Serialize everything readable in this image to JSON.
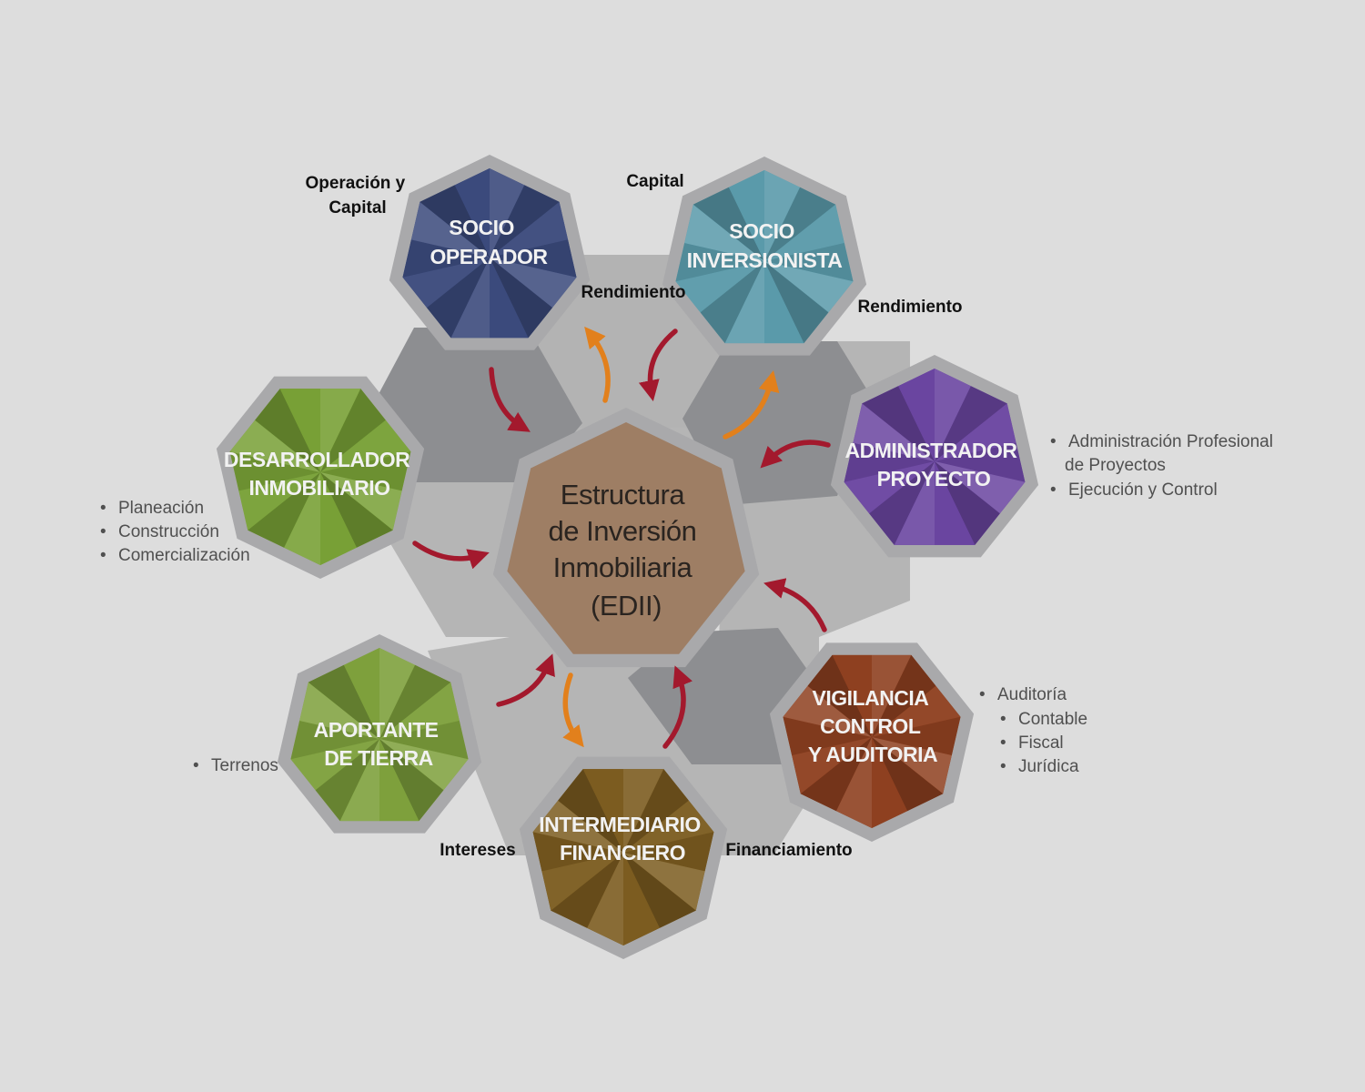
{
  "center": {
    "lines": [
      "Estructura",
      "de Inversión",
      "Inmobiliaria",
      "(EDII)"
    ],
    "color": "#9e7e64"
  },
  "nodes": {
    "socio_operador": {
      "lines": [
        "SOCIO",
        "OPERADOR"
      ],
      "color": "#3b4a7c"
    },
    "socio_inversionista": {
      "lines": [
        "SOCIO",
        "INVERSIONISTA"
      ],
      "color": "#5a9aaa"
    },
    "administrador_proyecto": {
      "lines": [
        "ADMINISTRADOR",
        "PROYECTO"
      ],
      "color": "#6a45a0"
    },
    "vigilancia_control": {
      "lines": [
        "VIGILANCIA",
        "CONTROL",
        "Y AUDITORIA"
      ],
      "color": "#8e4020"
    },
    "intermediario_financiero": {
      "lines": [
        "INTERMEDIARIO",
        "FINANCIERO"
      ],
      "color": "#7c5c20"
    },
    "aportante_tierra": {
      "lines": [
        "APORTANTE",
        "DE TIERRA"
      ],
      "color": "#7ea03c"
    },
    "desarrollador_inmobiliario": {
      "lines": [
        "DESARROLLADOR",
        "INMOBILIARIO"
      ],
      "color": "#78a036"
    }
  },
  "flow_labels": {
    "operacion_capital": [
      "Operación y",
      "Capital"
    ],
    "capital": "Capital",
    "rendimiento_operador": "Rendimiento",
    "rendimiento_inversionista": "Rendimiento",
    "intereses": "Intereses",
    "financiamiento": "Financiamiento"
  },
  "bullets": {
    "desarrollador": [
      "Planeación",
      "Construcción",
      "Comercialización"
    ],
    "administrador": [
      "Administración Profesional",
      "de Proyectos",
      "Ejecución y Control"
    ],
    "vigilancia": [
      "Auditoría",
      "Contable",
      "Fiscal",
      "Jurídica"
    ],
    "aportante": [
      "Terrenos"
    ]
  },
  "colors": {
    "background": "#dddddd",
    "honeycomb_light": "#b5b5b5",
    "honeycomb_dark": "#8d8e91",
    "ring": "#a9a9ab",
    "arrow_red": "#a3192d",
    "arrow_orange": "#e2801c"
  }
}
